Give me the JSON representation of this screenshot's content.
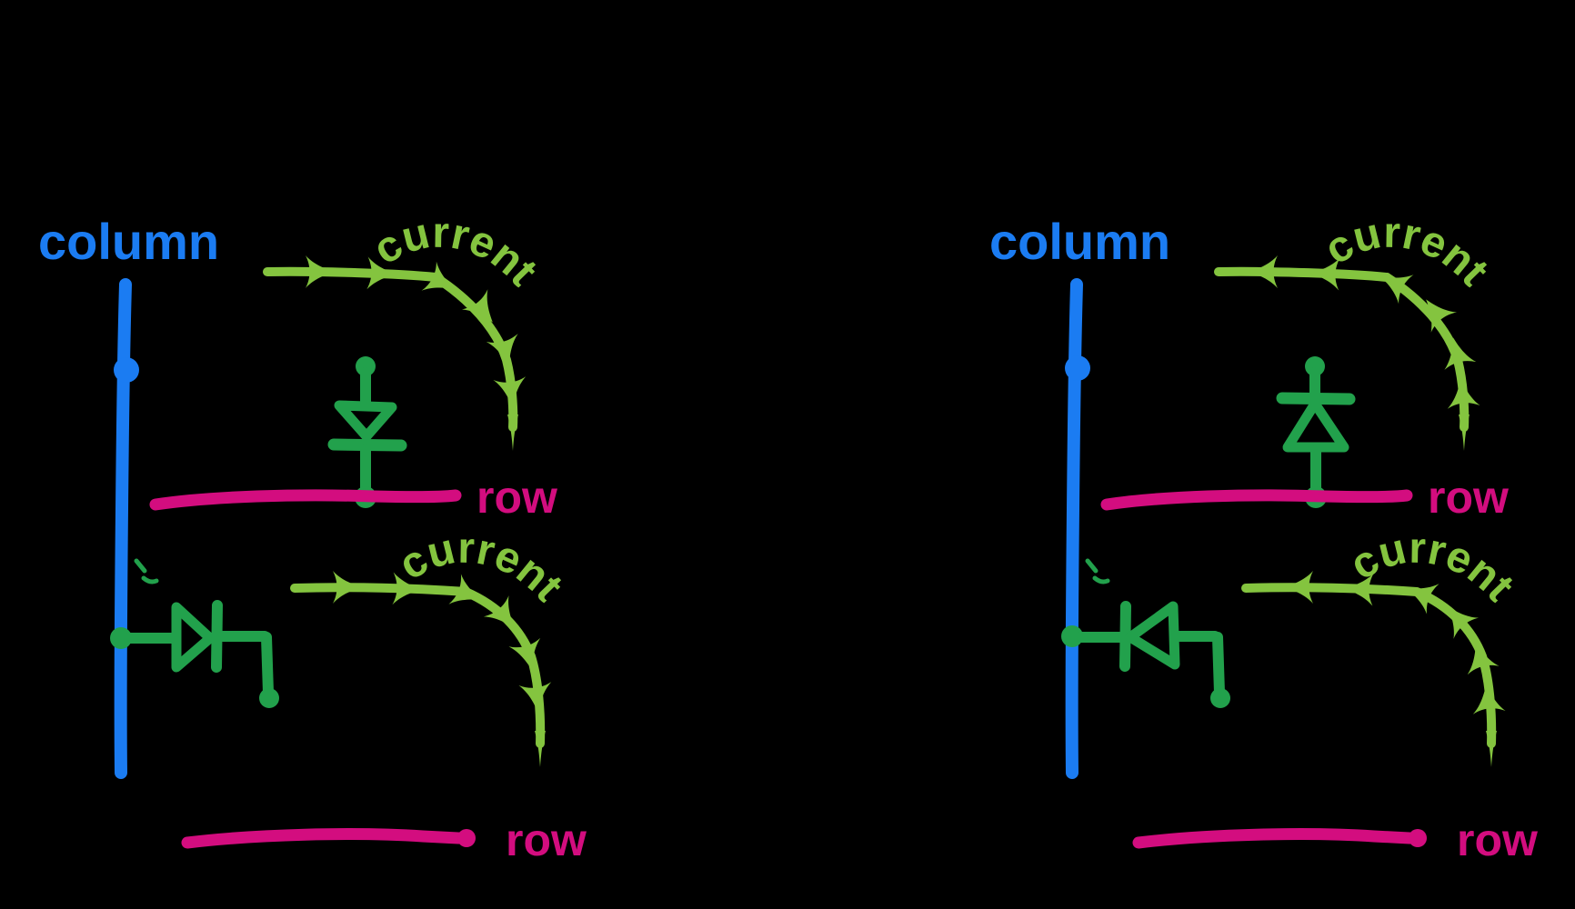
{
  "canvas": {
    "background": "#000000"
  },
  "colors": {
    "column_blue": "#1B7CF2",
    "diode_green": "#22A14C",
    "current_lime": "#84C43F",
    "row_magenta": "#D30D7F"
  },
  "left_diagram": {
    "column_label": "column",
    "current_top_label": "current",
    "current_bottom_label": "current",
    "row_top_label": "row",
    "row_bottom_label": "row"
  },
  "right_diagram": {
    "column_label": "column",
    "current_top_label": "current",
    "current_bottom_label": "current",
    "row_top_label": "row",
    "row_bottom_label": "row"
  }
}
